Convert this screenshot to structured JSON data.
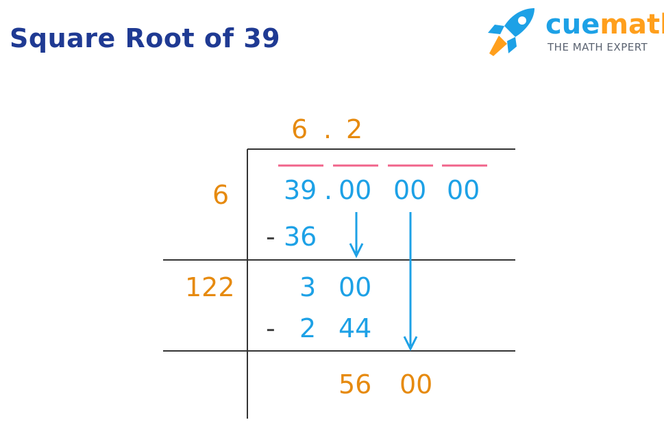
{
  "title": "Square Root of 39",
  "logo": {
    "brand_part1": "cue",
    "brand_part2": "math",
    "tagline": "THE MATH EXPERT",
    "rocket_icon": "rocket-icon"
  },
  "division": {
    "quotient": {
      "digit1": "6",
      "dot": ".",
      "digit2": "2"
    },
    "dividend": {
      "whole": "39",
      "dot": ".",
      "group1": "00",
      "group2": "00",
      "group3": "00"
    },
    "divisors": [
      "6",
      "122"
    ],
    "step1": {
      "minus": "-",
      "subtrahend": "36"
    },
    "step2": {
      "remainder_a": "3",
      "remainder_b": "00",
      "minus": "-",
      "subtrahend_a": "2",
      "subtrahend_b": "44"
    },
    "final": {
      "remainder_a": "56",
      "remainder_b": "00"
    }
  },
  "colors": {
    "title": "#1f3a93",
    "orange": "#e68a0f",
    "blue": "#1da1e6",
    "pink": "#f0638a",
    "line": "#333333"
  }
}
